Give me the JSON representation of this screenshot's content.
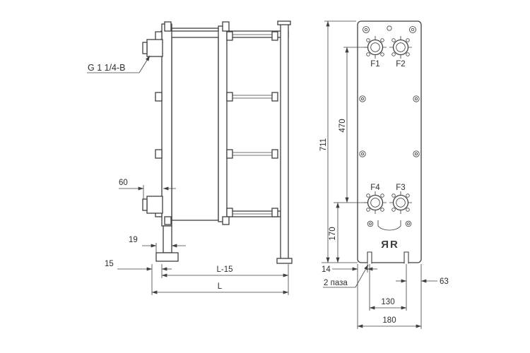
{
  "side_view": {
    "thread_label": "G 1 1/4-B",
    "dim_nozzle_length": "60",
    "dim_foot": "19",
    "dim_offset": "15",
    "dim_l_minus_15": "L-15",
    "dim_l": "L"
  },
  "front_view": {
    "port_f1": "F1",
    "port_f2": "F2",
    "port_f3": "F3",
    "port_f4": "F4",
    "dim_height": "711",
    "dim_port_vertical_span": "470",
    "dim_lower_port_height": "170",
    "dim_slot_offset": "14",
    "slot_note": "2 паза",
    "dim_edge_offset": "63",
    "dim_slot_span": "130",
    "dim_width": "180",
    "logo_glyph": "R"
  },
  "colors": {
    "line": "#3f3f3f",
    "background": "#ffffff"
  }
}
